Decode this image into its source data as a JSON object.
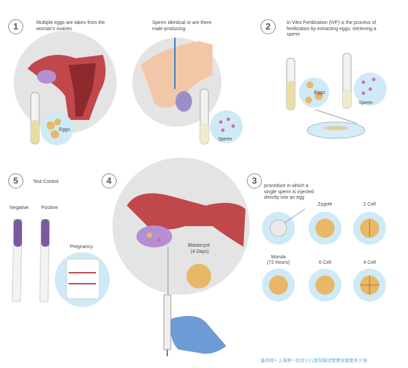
{
  "steps": [
    {
      "number": "1",
      "text": "Multiple eggs are taken from the woman's ovaries"
    },
    {
      "number": "2",
      "text": "In Vitro Fertilization (IVF) is the process of fertilization by extracting eggs, retrieving a sperm"
    },
    {
      "number": "3",
      "text": "procedure in which a single sperm is injected directly into an egg"
    },
    {
      "number": "4",
      "text": ""
    },
    {
      "number": "5",
      "text": "Test Control"
    }
  ],
  "step1_male_text": "Sperm identical or are there male-producing",
  "labels": {
    "eggs1": "Eggs",
    "sperm1": "Sperm",
    "eggs2": "Eggs",
    "sperm2": "Sperm",
    "blastocyst": "Blastocyst",
    "blastocyst_days": "(4 Days)",
    "negative": "Negative",
    "positive": "Positive",
    "pregnancy": "Pregnancy"
  },
  "cells": [
    "Zygote",
    "2 Cell",
    "Morula",
    "(72 Hours)",
    "6 Cell",
    "4 Cell"
  ],
  "watermark": "备孕网 • 上海第一妇女小儿医院输试管要没需要多少钱",
  "colors": {
    "uterus": "#c0474a",
    "ovary": "#b48fd1",
    "bubble": "#cfeaf7",
    "egg": "#e8b866",
    "glove": "#6d9bd6",
    "test": "#7a5a9e",
    "circle_bg": "#e4e4e4"
  }
}
